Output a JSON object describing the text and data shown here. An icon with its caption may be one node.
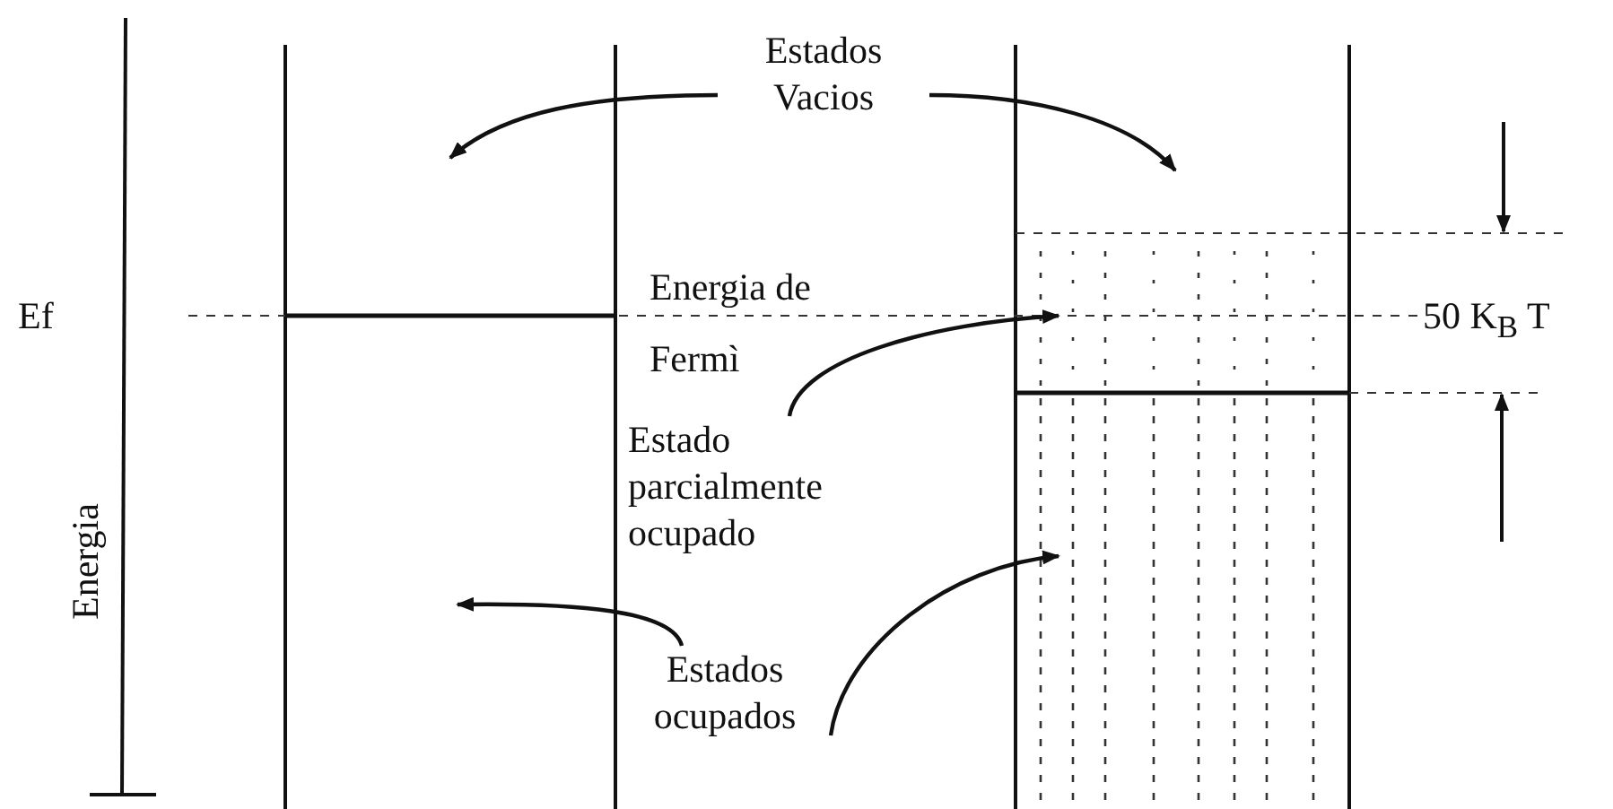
{
  "diagram": {
    "nodes": [
      {
        "text": [
          "Estados Vacios"
        ]
      },
      {
        "text": [
          "Estado parcialmente ocupado"
        ]
      },
      {
        "text": [
          "Estados ocupados"
        ]
      }
    ],
    "edges": [
      {
        "from": 0,
        "to": null,
        "arrow": "to"
      },
      {
        "from": 0,
        "to": null,
        "arrow": "to"
      },
      {
        "from": 1,
        "to": null,
        "arrow": "to"
      },
      {
        "from": 2,
        "to": null,
        "arrow": "to"
      },
      {
        "from": 2,
        "to": null,
        "arrow": "to"
      }
    ],
    "labels": [
      "Ef",
      "Energia de Fermì",
      "50 K$_{B}$ T",
      "Energia"
    ]
  }
}
